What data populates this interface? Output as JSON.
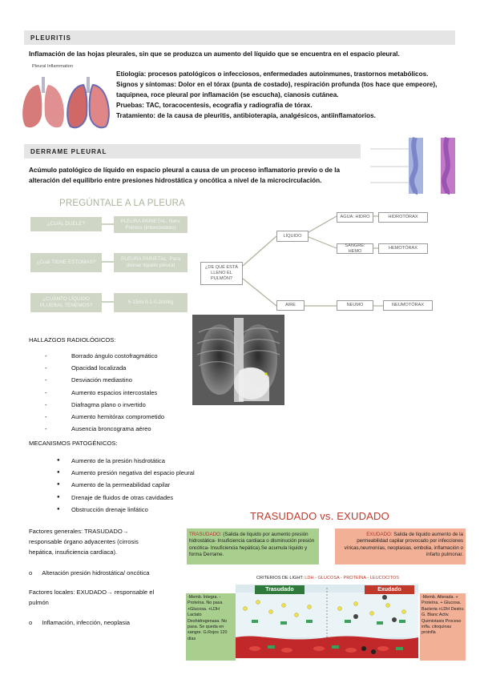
{
  "pleuritis": {
    "heading": "PLEURITIS",
    "intro": "Inflamación de las hojas pleurales, sin que se produzca un aumento del líquido que se encuentra en el espacio pleural.",
    "image_caption": "Pleural Inflammation",
    "lines": [
      "Etiología: procesos patológicos o infecciosos, enfermedades autoinmunes, trastornos metabólicos.",
      "Signos y síntomas: Dolor en el tórax (punta de costado), respiración profunda (tos hace que empeore),",
      "taquipnea, roce pleural por inflamación (se escucha), cianosis cutánea.",
      "Pruebas: TAC, toracocentesis, ecografía y radiografía de tórax.",
      "Tratamiento: de la causa de pleuritis, antibioterapia, analgésicos, antiinflamatorios."
    ]
  },
  "derrame": {
    "heading": "DERRAME PLEURAL",
    "line1": "Acúmulo patológico de líquido en espacio pleural a causa de un proceso inflamatorio previo o de la",
    "line2": "alteración del equilibrio entre presiones hidrostática y oncótica a nivel de la microcirculación."
  },
  "diagram": {
    "title": "PREGÚNTALE A LA PLEURA",
    "q1": "¿CUÁL DUELE?",
    "a1": "PLEURA PARIETAL: Nerv. Frénico (intercostales)",
    "q2": "¿Cuál TIENE ESTOMAS?",
    "a2": "PLEURA PARIETAL: Para drenar líquido pleural",
    "q3": "¿CUÁNTO LÍQUIDO PLUERAL TENEMOS?",
    "a3": "5-15ml 0.1-0.2ml/kg",
    "center": "¿DE QUÉ ESTÁ LLENO EL PULMÓN?",
    "liquido": "LÍQUIDO",
    "agua": "AGUA: HIDRO",
    "hidro": "HIDROTÓRAX",
    "sangre": "SANGRE: HEMO",
    "hemo": "HEMOTÓRAX",
    "aire": "AIRE",
    "neumo": "NEUMO",
    "neumotorax": "NEUMOTÓRAX"
  },
  "hallazgos": {
    "heading": "HALLAZGOS RADIOLÓGICOS:",
    "items": [
      "Borrado ángulo costofragmático",
      "Opacidad localizada",
      "Desviación mediastino",
      "Aumento espacios intercostales",
      "Diafragma plano o invertido",
      "Aumento hemitórax comprometido",
      "Ausencia broncograma aéreo"
    ]
  },
  "mecanismos": {
    "heading": "MECANISMOS PATOGÉNICOS:",
    "items": [
      "Aumento de la presión hisdrotática",
      "Aumento presión negativa del espacio pleural",
      "Aumento de la permeabilidad capilar",
      "Drenaje de fluidos de otras cavidades",
      "Obstrucción drenaje linfático"
    ]
  },
  "factores": {
    "gen1": "Factores generales: TRASUDADO→",
    "gen2": "responsable órgano adyacentes (cirrosis",
    "gen3": "hepática, insuficiencia cardíaca).",
    "gen_item": "Alteración presión hidrostática/ oncótica",
    "loc1": "Factores locales: EXUDADO→ responsable el",
    "loc2": "pulmón",
    "loc_item": "Inflamación, infección, neoplasia"
  },
  "tvse": {
    "title": "TRASUDADO vs. EXUDADO",
    "tras_label": "TRASUDADO:",
    "tras_text": " (Salida de líquido por aumento presión hidrostática- Insuficiencia cardiaca o disminución presión oncótica- Insuficiencia hepática).Se acumula líquido y forma Derrame.",
    "exu_label": "EXUDADO:",
    "exu_text": " Salida de líquido aumento de la permeabilidad capilar provocado por infecciones víricas,neumonías, neoplasias, embolia, inflamación o infarto pulmonar.",
    "criterios": "CRITERIOS DE LIGHT: ",
    "criterios_vals": "LDH - GLUCOSA - PROTEÍNA - LEUCOCITOS",
    "left_note": "-Memb. Íntegra. -Proteína. No pasa +Glucosa. +LDH Lactato Deshidrogenasa. No pasa. Se queda en sangre. G.Rojos 120 días",
    "tras_badge": "Trasudado",
    "exu_badge": "Exudado",
    "right_note": "-Memb. Alterada. + Proteína. + Glucosa. Bacteria +LDH Destru G. Blanc Activ. Quimiotaxis Proceso infla. citoquinas proinfla"
  }
}
